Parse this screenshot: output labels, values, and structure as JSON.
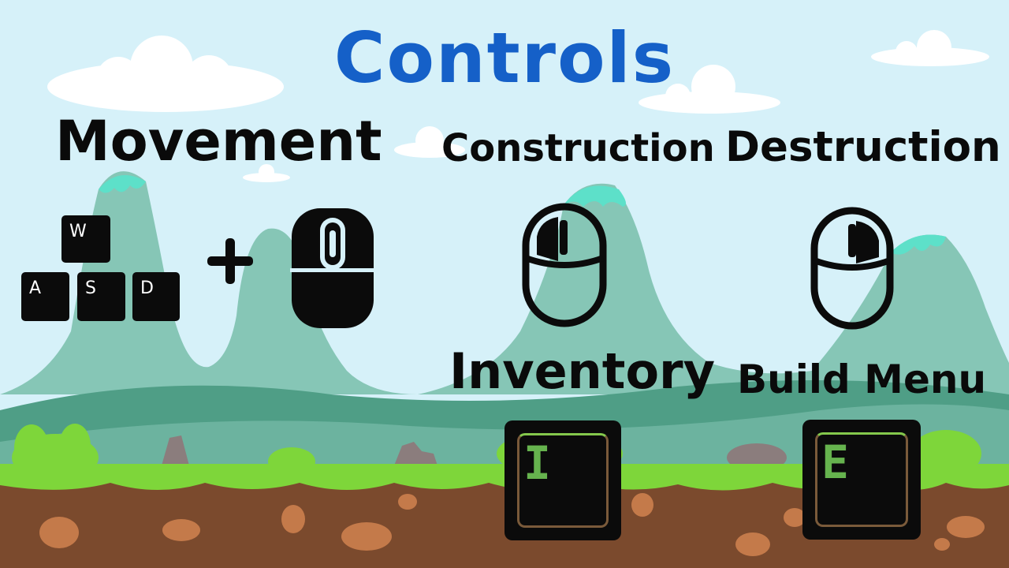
{
  "title": "Controls",
  "sections": {
    "movement": {
      "heading": "Movement",
      "keys": [
        "W",
        "A",
        "S",
        "D"
      ],
      "plus_icon": "plus-icon",
      "mouse_icon": "mouse-icon"
    },
    "construction": {
      "heading": "Construction",
      "mouse_icon": "mouse-left-click-icon"
    },
    "destruction": {
      "heading": "Destruction",
      "mouse_icon": "mouse-right-click-icon"
    },
    "inventory": {
      "heading": "Inventory",
      "key": "I"
    },
    "build_menu": {
      "heading": "Build Menu",
      "key": "E"
    }
  },
  "colors": {
    "sky": "#d6f1f9",
    "title": "#1560c8",
    "heading": "#0a0a0a",
    "grass": "#7ed63a",
    "dirt": "#7b4a2d",
    "hills": "#86c6b6"
  }
}
